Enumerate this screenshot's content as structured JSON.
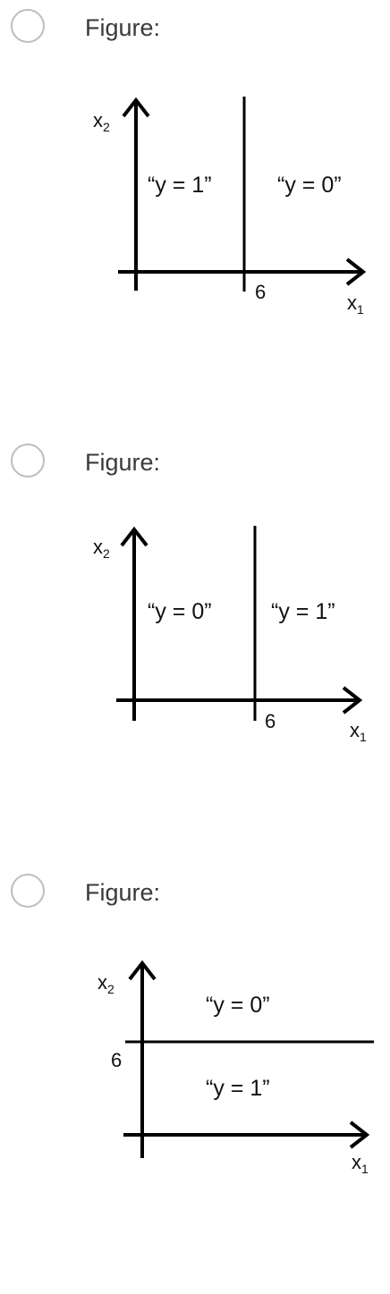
{
  "options": [
    {
      "label": "Figure:",
      "figure": {
        "boundary": "vertical",
        "threshold_value": "6",
        "region_before": "“y = 1”",
        "region_after": "“y = 0”",
        "x_axis": "x",
        "x_axis_sub": "1",
        "y_axis": "x",
        "y_axis_sub": "2"
      }
    },
    {
      "label": "Figure:",
      "figure": {
        "boundary": "vertical",
        "threshold_value": "6",
        "region_before": "“y = 0”",
        "region_after": "“y = 1”",
        "x_axis": "x",
        "x_axis_sub": "1",
        "y_axis": "x",
        "y_axis_sub": "2"
      }
    },
    {
      "label": "Figure:",
      "figure": {
        "boundary": "horizontal",
        "threshold_value": "6",
        "region_above": "“y = 0”",
        "region_below": "“y = 1”",
        "x_axis": "x",
        "x_axis_sub": "1",
        "y_axis": "x",
        "y_axis_sub": "2"
      }
    }
  ]
}
